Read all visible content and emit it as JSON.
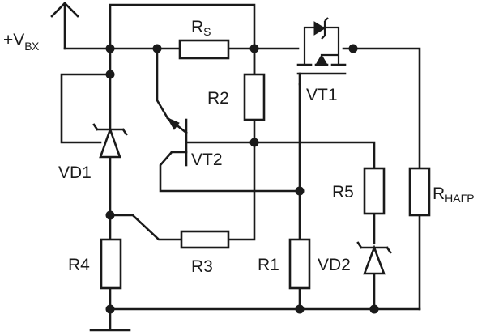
{
  "labels": {
    "vin_main": "+V",
    "vin_sub": "ВХ",
    "rs_main": "R",
    "rs_sub": "S",
    "r1": "R1",
    "r2": "R2",
    "r3": "R3",
    "r4": "R4",
    "r5": "R5",
    "rload_main": "R",
    "rload_sub": "НАГР",
    "vd1": "VD1",
    "vd2": "VD2",
    "vt1": "VT1",
    "vt2": "VT2"
  }
}
